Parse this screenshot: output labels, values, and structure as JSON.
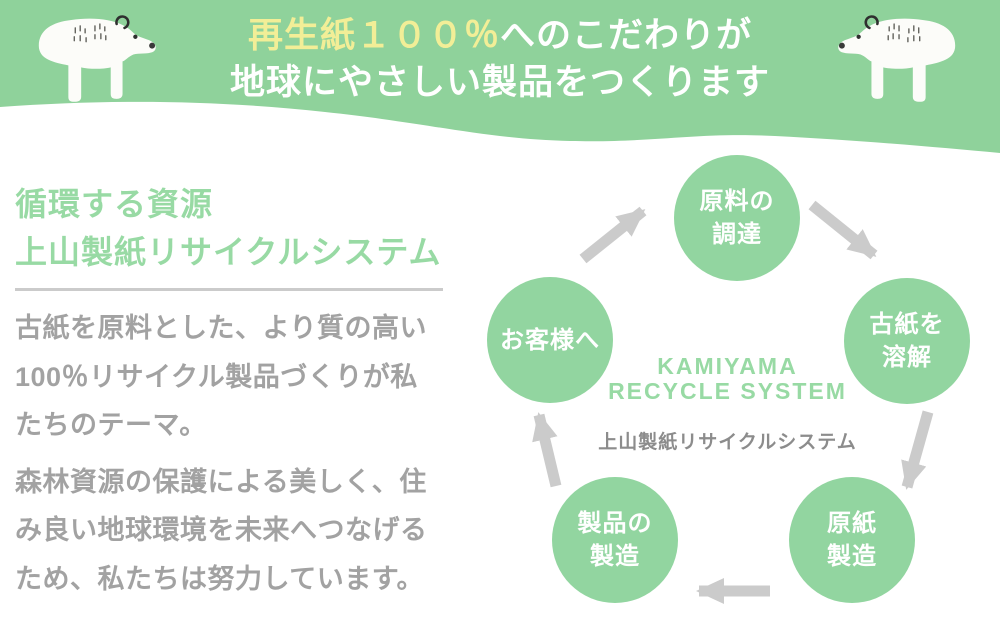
{
  "header": {
    "title_line1": {
      "highlight": "再生紙１００％",
      "rest": "へのこだわりが"
    },
    "title_line2": "地球にやさしい製品をつくります"
  },
  "intro": {
    "heading_line1": "循環する資源",
    "heading_line2": "上山製紙リサイクルシステム",
    "body_lines": [
      "古紙を原料とした、より質の高い",
      "100％リサイクル製品づくりが私",
      "たちのテーマ。",
      "森林資源の保護による美しく、住",
      "み良い地球環境を未来へつなげる",
      "ため、私たちは努力しています。"
    ]
  },
  "diagram": {
    "brand_line1": "KAMIYAMA",
    "brand_line2": "RECYCLE SYSTEM",
    "subtitle": "上山製紙リサイクルシステム",
    "steps": [
      {
        "name": "materials-procurement",
        "line1": "原料の",
        "line2": "調達"
      },
      {
        "name": "dissolve-waste-paper",
        "line1": "古紙を",
        "line2": "溶解"
      },
      {
        "name": "base-paper-manufacturing",
        "line1": "原紙",
        "line2": "製造"
      },
      {
        "name": "product-manufacturing",
        "line1": "製品の",
        "line2": "製造"
      },
      {
        "name": "to-customers",
        "line1": "お客様へ",
        "line2": ""
      }
    ]
  },
  "icons": {
    "left_bear": "polar-bear-icon",
    "right_bear": "polar-bear-icon",
    "arrows": "cycle-arrow-icons"
  },
  "colors": {
    "green": "#8FD29B",
    "circle-green": "#92D5A0",
    "text-green": "#98DAA4",
    "highlight": "#F2EE97",
    "body-gray": "#A2A2A2",
    "subtitle-gray": "#8C8C8C",
    "arrow-gray": "#CBCBCB"
  }
}
